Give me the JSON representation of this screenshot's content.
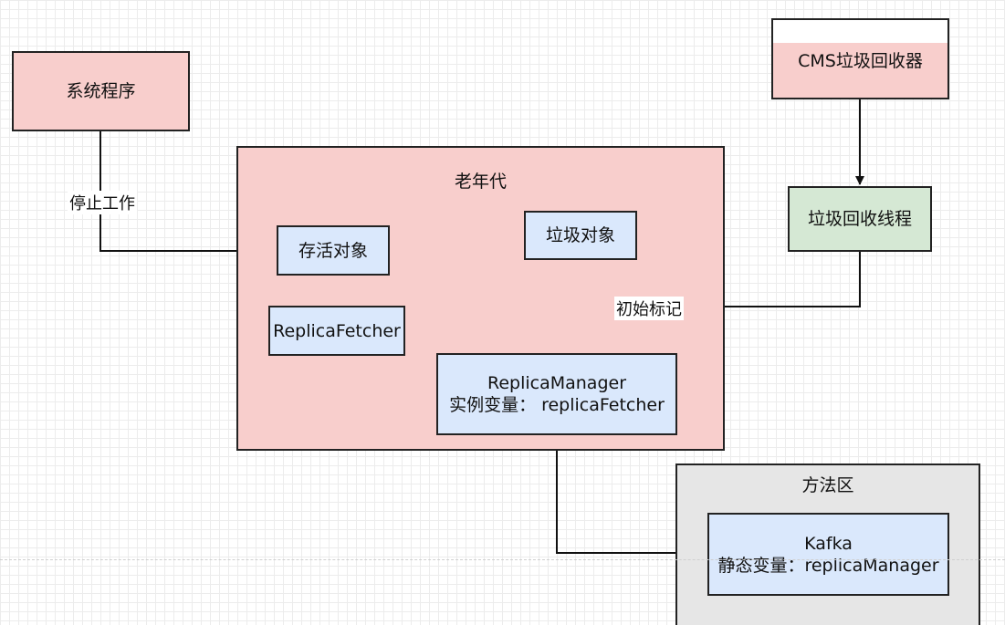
{
  "nodes": {
    "system_program": "系统程序",
    "cms_collector": "CMS垃圾回收器",
    "gc_thread": "垃圾回收线程",
    "old_gen": "老年代",
    "live_object": "存活对象",
    "garbage_object": "垃圾对象",
    "replica_fetcher": "ReplicaFetcher",
    "replica_manager": {
      "line1": "ReplicaManager",
      "line2": "实例变量： replicaFetcher"
    },
    "method_area": "方法区",
    "kafka": {
      "line1": "Kafka",
      "line2": "静态变量：replicaManager"
    }
  },
  "edge_labels": {
    "stop_work": "停止工作",
    "initial_mark": "初始标记"
  },
  "colors": {
    "pink": "#f8cecc",
    "blue": "#dae8fc",
    "green": "#d5e8d4",
    "grey": "#e6e6e6",
    "border": "#222222"
  }
}
